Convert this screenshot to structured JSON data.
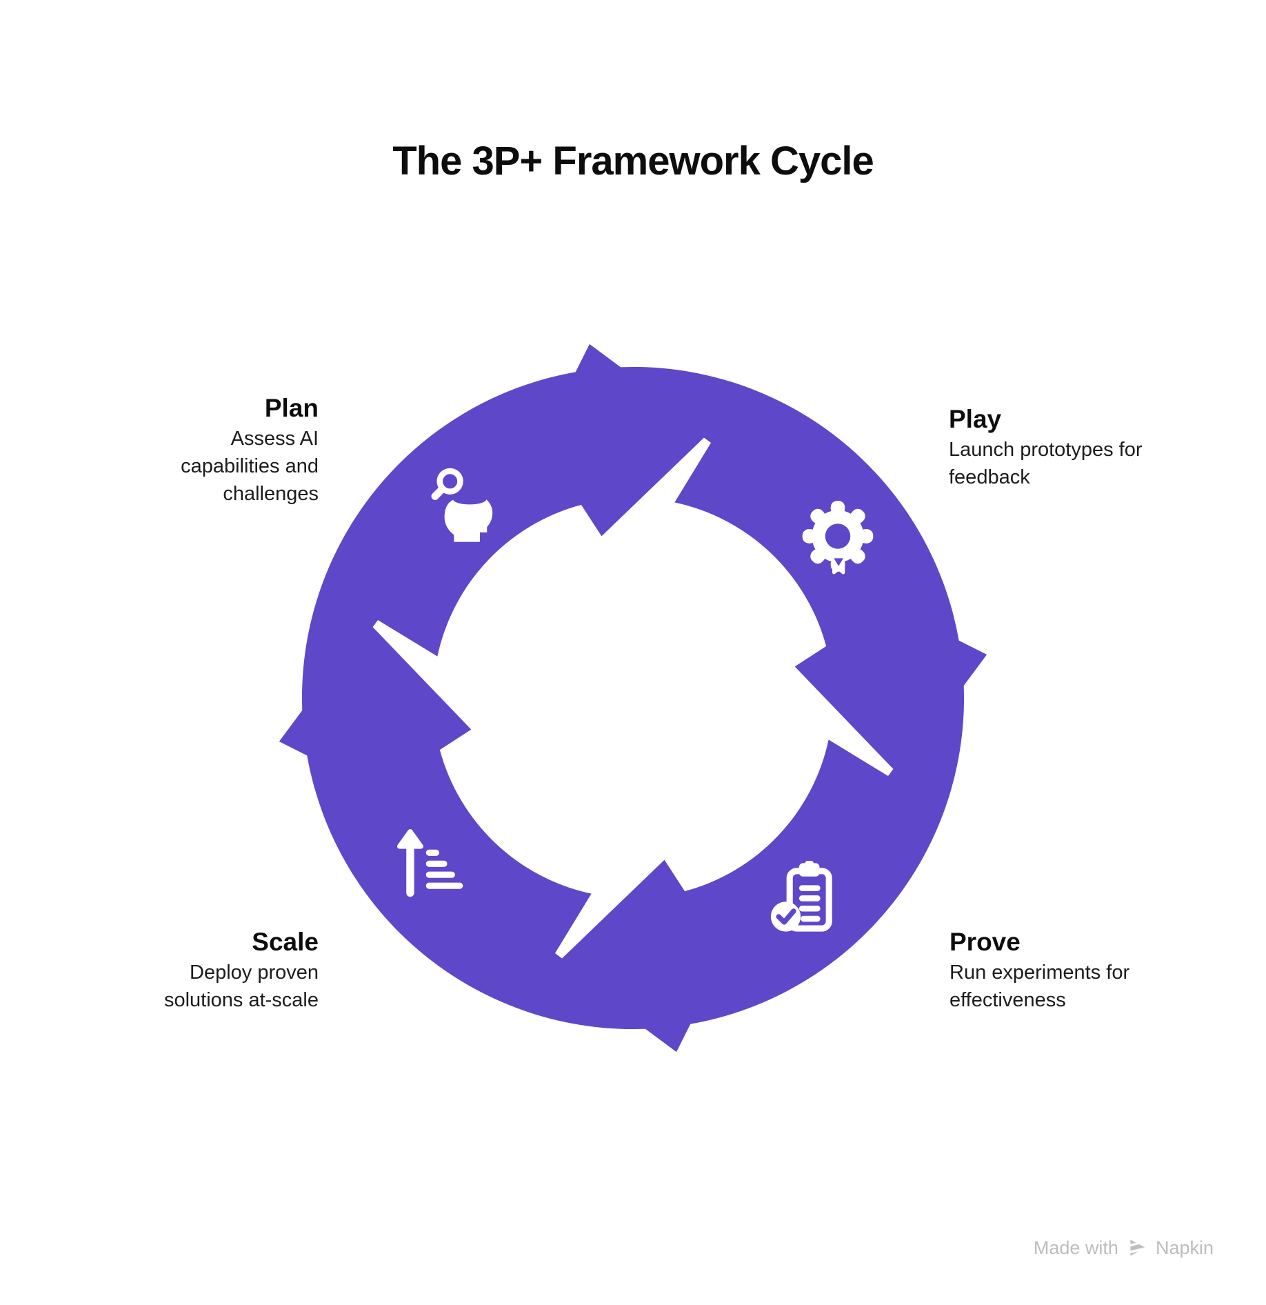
{
  "title": "The 3P+ Framework Cycle",
  "colors": {
    "accent": "#5F47C9",
    "ink": "#161616",
    "muted": "#BDBDBD",
    "background": "#FFFFFF",
    "icon_foreground": "#FFFFFF"
  },
  "cycle": {
    "direction": "clockwise",
    "segments": 4
  },
  "stages": [
    {
      "id": "plan",
      "label": "Plan",
      "description": "Assess AI capabilities and challenges",
      "icon": "head-search-icon",
      "position": "top-left"
    },
    {
      "id": "play",
      "label": "Play",
      "description": "Launch prototypes for feedback",
      "icon": "gear-icon",
      "position": "top-right"
    },
    {
      "id": "prove",
      "label": "Prove",
      "description": "Run experiments for effectiveness",
      "icon": "clipboard-check-icon",
      "position": "bottom-right"
    },
    {
      "id": "scale",
      "label": "Scale",
      "description": "Deploy proven solutions at-scale",
      "icon": "growth-bars-icon",
      "position": "bottom-left"
    }
  ],
  "footer": {
    "made_with": "Made with",
    "brand": "Napkin"
  }
}
